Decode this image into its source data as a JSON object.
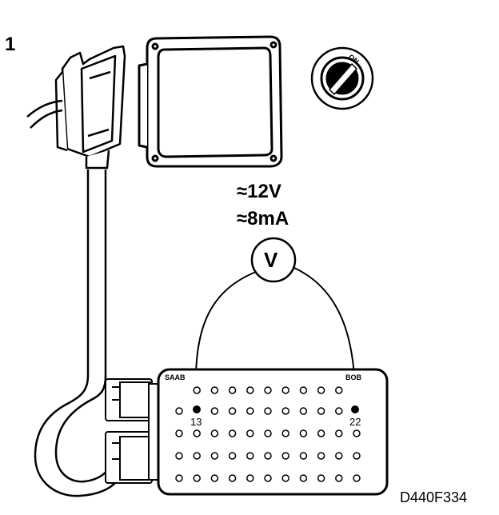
{
  "figure": {
    "step_number": "1",
    "voltage": "≈12V",
    "current": "≈8mA",
    "meter_symbol": "V",
    "brand_left": "SAAB",
    "brand_right": "BOB",
    "pin_a": "13",
    "pin_b": "22",
    "ignition_label": "ON",
    "reference": "D440F334"
  },
  "colors": {
    "ink": "#000000",
    "paper": "#ffffff"
  }
}
